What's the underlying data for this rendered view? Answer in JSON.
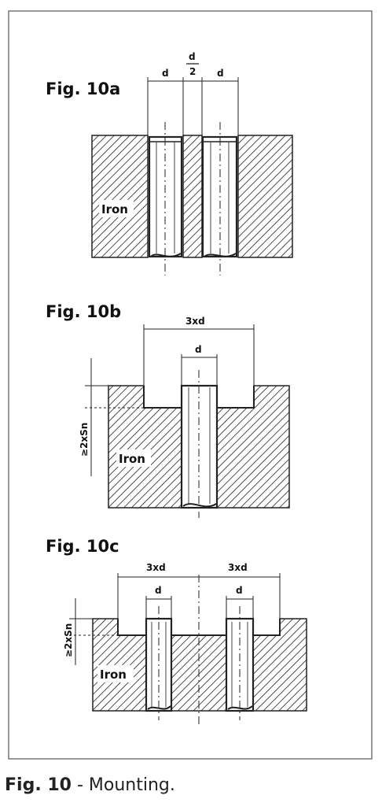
{
  "figure": {
    "fig_a": {
      "label": "Fig. 10a",
      "dim_d_left": "d",
      "dim_half_num": "d",
      "dim_half_den": "2",
      "dim_d_right": "d",
      "material": "Iron"
    },
    "fig_b": {
      "label": "Fig. 10b",
      "dim_3xd": "3xd",
      "dim_d": "d",
      "dim_depth": "≥2xSn",
      "material": "Iron"
    },
    "fig_c": {
      "label": "Fig. 10c",
      "dim_3xd_left": "3xd",
      "dim_3xd_right": "3xd",
      "dim_d_left": "d",
      "dim_d_right": "d",
      "dim_depth": "≥2xSn",
      "material": "Iron"
    }
  },
  "caption": {
    "fig": "Fig. 10",
    "sep": " - ",
    "text": "Mounting."
  }
}
